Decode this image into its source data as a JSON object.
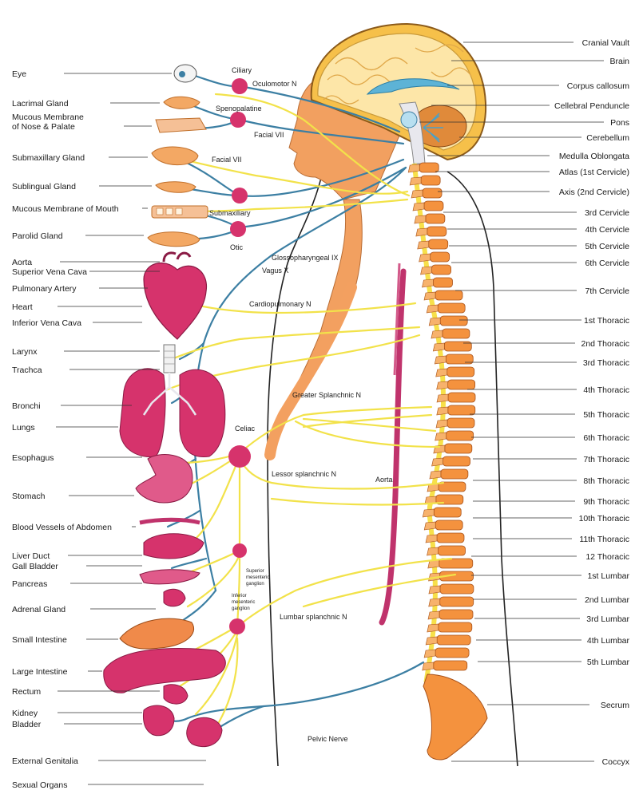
{
  "left_labels": {
    "eye": "Eye",
    "lacrimal_gland": "Lacrimal Gland",
    "mucous_nose_1": "Mucous Membrane",
    "mucous_nose_2": "of Nose & Palate",
    "submaxillary_gland": "Submaxillary Gland",
    "sublingual_gland": "Sublingual Gland",
    "mucous_mouth": "Mucous Membrane of Mouth",
    "parotid_gland": "Parolid Gland",
    "aorta": "Aorta",
    "superior_vena_cava": "Superior Vena Cava",
    "pulmonary_artery": "Pulmonary Artery",
    "heart": "Heart",
    "inferior_vena_cava": "Inferior Vena Cava",
    "larynx": "Larynx",
    "trachea": "Trachca",
    "bronchi": "Bronchi",
    "lungs": "Lungs",
    "esophagus": "Esophagus",
    "stomach": "Stomach",
    "blood_vessels_abdomen": "Blood Vessels of Abdomen",
    "liver_duct": "Liver Duct",
    "gall_bladder": "Gall Bladder",
    "pancreas": "Pancreas",
    "adrenal_gland": "Adrenal Gland",
    "small_intestine": "Small Intestine",
    "large_intestine": "Large Intestine",
    "rectum": "Rectum",
    "kidney": "Kidney",
    "bladder": "Bladder",
    "external_genitalia": "External Genitalia",
    "sexual_organs": "Sexual Organs"
  },
  "right_labels": {
    "cranial_vault": "Cranial Vault",
    "brain": "Brain",
    "corpus_callosum": "Corpus callosum",
    "cerebral_peduncle": "Cellebral Penduncle",
    "pons": "Pons",
    "cerebellum": "Cerebellum",
    "medulla": "Medulla Oblongata",
    "atlas": "Atlas (1st Cervicle)",
    "axis": "Axis (2nd Cervicle)",
    "c3": "3rd Cervicle",
    "c4": "4th Cervicle",
    "c5": "5th Cervicle",
    "c6": "6th Cervicle",
    "c7": "7th Cervicle",
    "t1": "1st Thoracic",
    "t2": "2nd Thoracic",
    "t3": "3rd Thoracic",
    "t4": "4th Thoracic",
    "t5": "5th Thoracic",
    "t6": "6th Thoracic",
    "t7": "7th Thoracic",
    "t8": "8th Thoracic",
    "t9": "9th Thoracic",
    "t10": "10th Thoracic",
    "t11": "11th Thoracic",
    "t12": "12 Thoracic",
    "l1": "1st Lumbar",
    "l2": "2nd Lumbar",
    "l3": "3rd Lumbar",
    "l4": "4th Lumbar",
    "l5": "5th Lumbar",
    "sacrum": "Secrum",
    "coccyx": "Coccyx"
  },
  "nerve_labels": {
    "ciliary": "Ciliary",
    "oculomotor": "Oculomotor N",
    "sphenopalatine": "Spenopalatine",
    "facial_vii_a": "Facial VII",
    "facial_vii_b": "Facial VII",
    "submaxillary": "Submaxiliary",
    "otic": "Otic",
    "glossopharyngeal": "Glossopharyngeal IX",
    "vagus": "Vagus X",
    "cardiopulmonary": "Cardiopulmonary N",
    "greater_splanchnic": "Greater Splanchnic N",
    "celiac": "Celiac",
    "lesser_splanchnic": "Lessor splanchnic N",
    "aorta_spine": "Aorta",
    "superior_mesenteric_1": "Superior",
    "superior_mesenteric_2": "mesenteric",
    "superior_mesenteric_3": "ganglion",
    "inferior_mesenteric_1": "Inferior",
    "inferior_mesenteric_2": "mesenteric",
    "inferior_mesenteric_3": "ganglion",
    "lumbar_splanchnic": "Lumbar splanchnic N",
    "pelvic": "Pelvic Nerve"
  }
}
